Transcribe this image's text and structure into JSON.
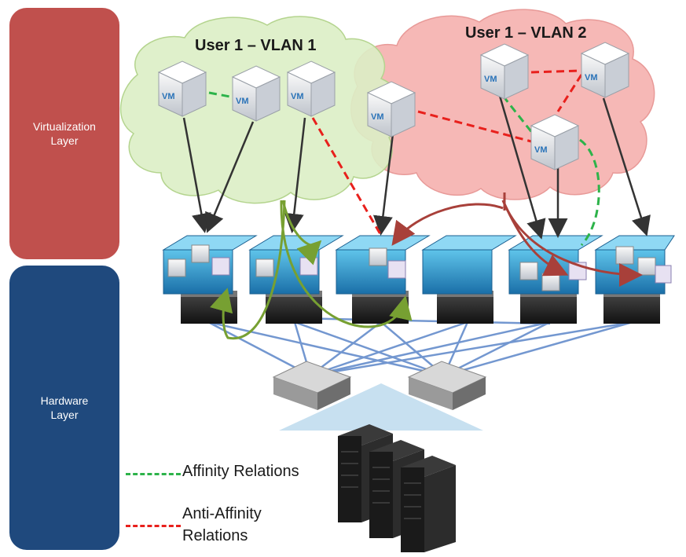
{
  "layers": {
    "virtualization": "Virtualization\nLayer",
    "hardware": "Hardware\nLayer"
  },
  "clouds": {
    "vlan1_title": "User 1 – VLAN 1",
    "vlan2_title": "User 1 – VLAN 2"
  },
  "vm_label": "VM",
  "legend": {
    "affinity": "Affinity Relations",
    "anti_affinity": "Anti-Affinity\nRelations"
  },
  "colors": {
    "virtualization_layer": "#c0504d",
    "hardware_layer": "#1f497d",
    "vlan1_cloud": "#dbeec5",
    "vlan2_cloud": "#f6b8b6",
    "affinity": "#2db34a",
    "anti_affinity": "#e8201c",
    "migration_green": "#77a032",
    "migration_red": "#a8403a",
    "network_links": "#5b86c8"
  }
}
